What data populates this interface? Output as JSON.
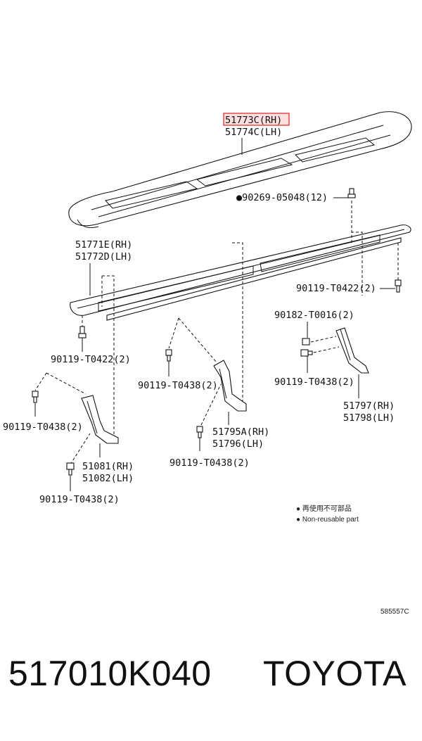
{
  "labels": {
    "step_rh": "51773C(RH)",
    "step_lh": "51774C(LH)",
    "clip_90269": "●90269-05048(12)",
    "bracket_main_rh": "51771E(RH)",
    "bracket_main_lh": "51772D(LH)",
    "bolt_0422_right": "90119-T0422(2)",
    "nut_0016": "90182-T0016(2)",
    "bolt_0422_left": "90119-T0422(2)",
    "bolt_0438_mid": "90119-T0438(2)",
    "bolt_0438_right": "90119-T0438(2)",
    "brace_51797_rh": "51797(RH)",
    "brace_51798_lh": "51798(LH)",
    "bolt_0438_far_left": "90119-T0438(2)",
    "brace_51795a_rh": "51795A(RH)",
    "brace_51796_lh": "51796(LH)",
    "bracket_51081_rh": "51081(RH)",
    "bracket_51082_lh": "51082(LH)",
    "bolt_0438_center_low": "90119-T0438(2)",
    "bolt_0438_bottom_left": "90119-T0438(2)"
  },
  "legend": {
    "cn": "● 再使用不可部品",
    "en": "● Non-reusable part"
  },
  "diagram_code": "585557C",
  "footer": {
    "part_number": "517010K040",
    "brand": "TOYOTA"
  },
  "colors": {
    "highlight": "#d22222",
    "ink": "#111111"
  }
}
